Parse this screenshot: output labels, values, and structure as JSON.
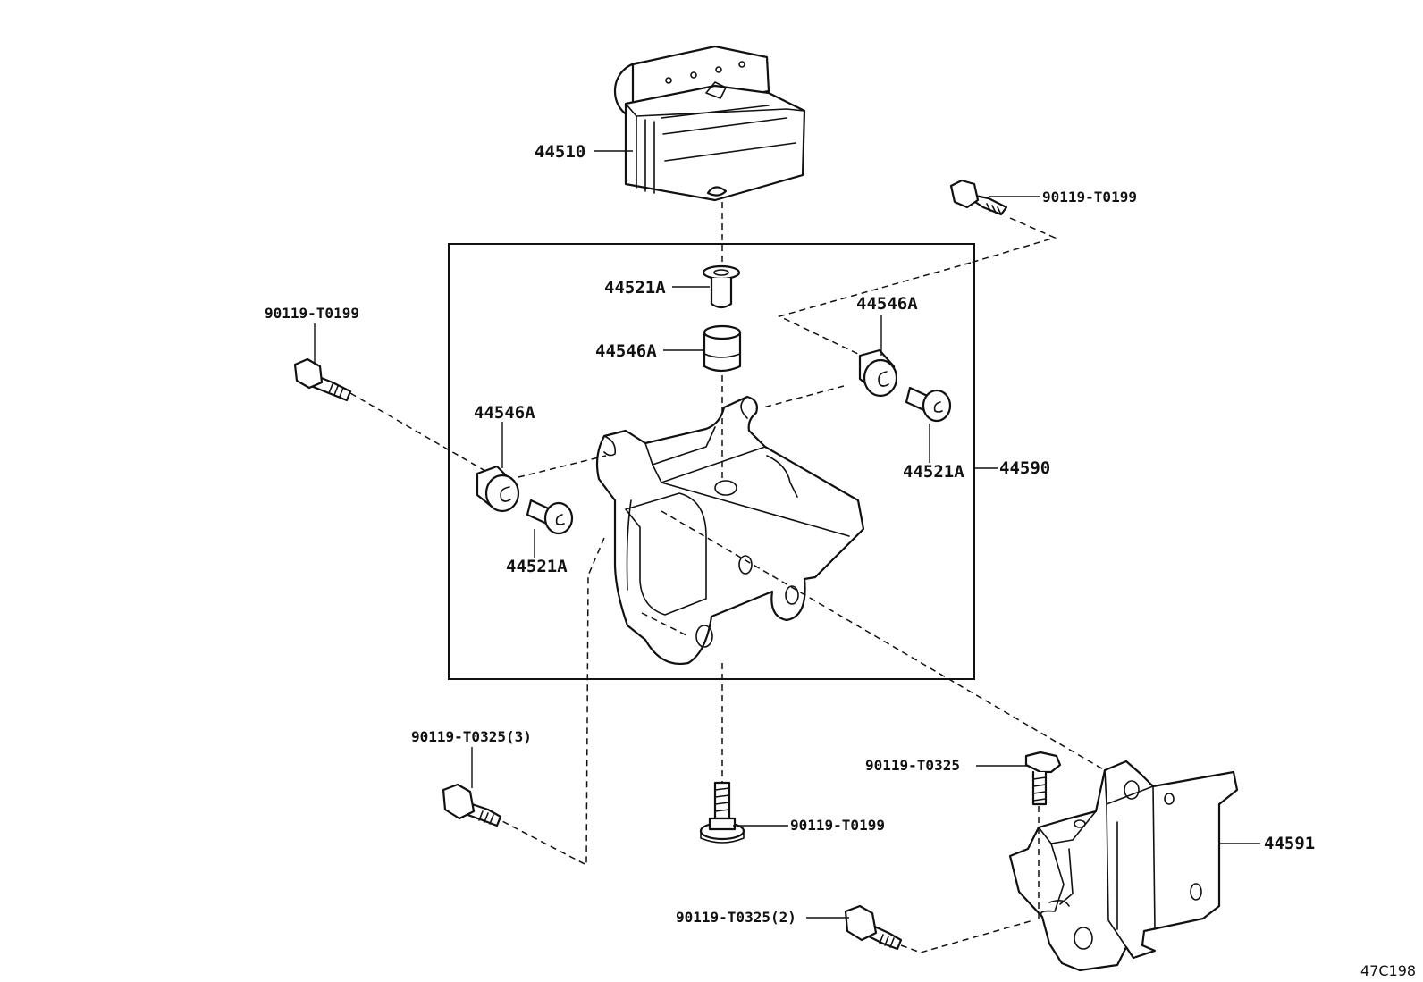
{
  "diagram": {
    "labels": {
      "abs_actuator": "44510",
      "bolt_top_right": "90119-T0199",
      "bolt_left": "90119-T0199",
      "collar_top": "44521A",
      "cushion_top": "44546A",
      "cushion_right": "44546A",
      "cushion_left": "44546A",
      "collar_right": "44521A",
      "bracket_assembly": "44590",
      "collar_left": "44521A",
      "bolt_bottom_left": "90119-T0325(3)",
      "bolt_bottom_right_upper": "90119-T0325",
      "stud_bottom_center": "90119-T0199",
      "bracket_lower": "44591",
      "bolt_bottom_right_lower": "90119-T0325(2)"
    },
    "reference_code": "47C198"
  }
}
